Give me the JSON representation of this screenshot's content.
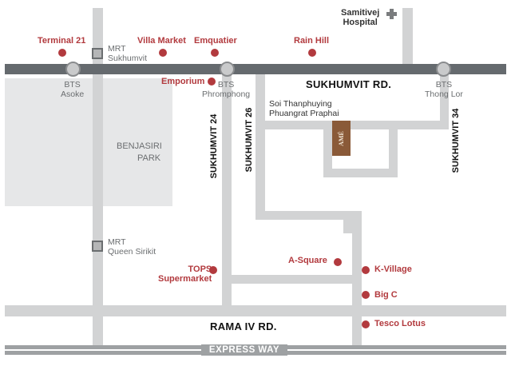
{
  "roads": {
    "main": "SUKHUMVIT RD.",
    "rama": "RAMA IV RD.",
    "express": "EXPRESS WAY",
    "soi24": "SUKHUMVIT 24",
    "soi26": "SUKHUMVIT 26",
    "soi34": "SUKHUMVIT 34",
    "soi_thanphuying": "Soi Thanphuying",
    "soi_thanphuying_2": "Phuangrat Praphai"
  },
  "park": {
    "line1": "BENJASIRI",
    "line2": "PARK"
  },
  "stations": {
    "bts_asoke": [
      "BTS",
      "Asoke"
    ],
    "bts_phromphong": [
      "BTS",
      "Phromphong"
    ],
    "bts_thonglor": [
      "BTS",
      "Thong Lor"
    ],
    "mrt_sukhumvit": [
      "MRT",
      "Sukhumvit"
    ],
    "mrt_queen_sirikit": [
      "MRT",
      "Queen Sirikit"
    ]
  },
  "landmarks": {
    "terminal21": "Terminal 21",
    "villa_market": "Villa Market",
    "emquatier": "Emquatier",
    "rain_hill": "Rain Hill",
    "emporium": "Emporium",
    "samitivej": [
      "Samitivej",
      "Hospital"
    ],
    "tops": [
      "TOPS",
      "Supermarket"
    ],
    "a_square": "A-Square",
    "k_village": "K-Village",
    "big_c": "Big C",
    "tesco_lotus": "Tesco Lotus"
  },
  "hotel": {
    "logo_text": "AMÉ"
  },
  "colors": {
    "landmark_red": "#b23a3e",
    "road_gray": "#d2d3d4",
    "main_road": "#656a6e",
    "hotel_brown": "#8a5a38"
  },
  "icons": {
    "hospital": "plus-cross-icon",
    "bts": "circle-station-icon",
    "mrt": "square-station-icon"
  }
}
